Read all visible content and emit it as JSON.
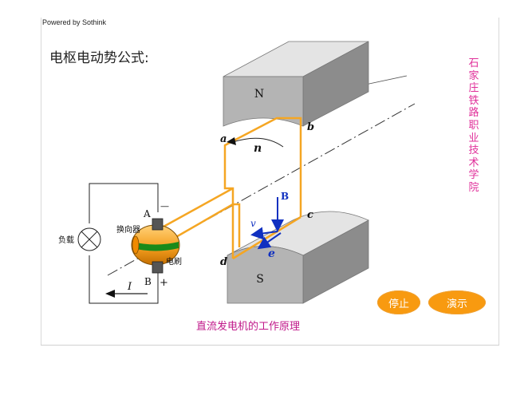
{
  "header": {
    "powered_by": "Powered by Sothink",
    "title": "电枢电动势公式:"
  },
  "school_name": "石家庄铁路职业技术学院",
  "caption": "直流发电机的工作原理",
  "buttons": {
    "stop": "停止",
    "demo": "演示"
  },
  "diagram": {
    "magnet_north": "N",
    "magnet_south": "S",
    "point_a": "a",
    "point_b": "b",
    "point_c": "c",
    "point_d": "d",
    "rotation": "n",
    "field": "B",
    "velocity": "v",
    "emf": "e",
    "brush_top": "A",
    "brush_bottom": "B",
    "commutator": "换向器",
    "brush": "电刷",
    "load": "负载",
    "current": "I",
    "plus": "+",
    "minus": "—"
  },
  "colors": {
    "coil": "#f5a623",
    "vector": "#1030c0",
    "title_accent": "#e0309a",
    "button": "#f89a10",
    "magnet_front": "#b4b4b4",
    "magnet_top": "#e4e4e4",
    "magnet_side": "#8c8c8c"
  }
}
